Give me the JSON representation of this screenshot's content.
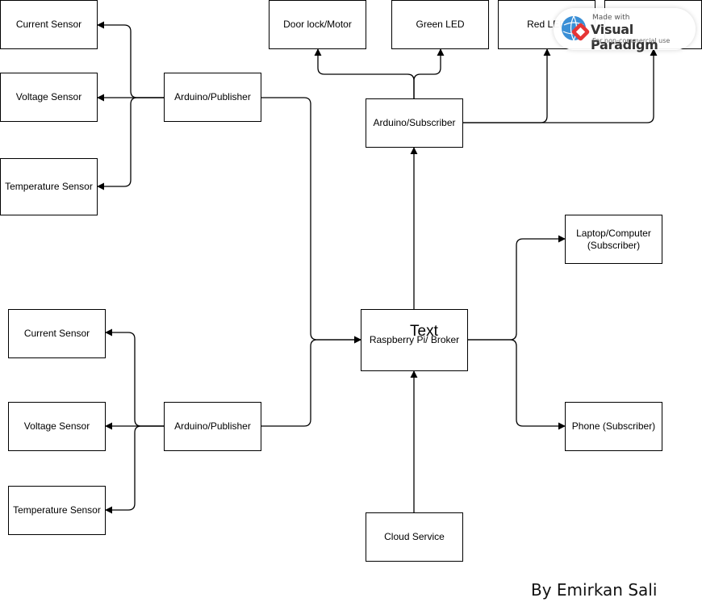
{
  "diagram": {
    "nodes": {
      "current_sensor_1": "Current Sensor",
      "voltage_sensor_1": "Voltage Sensor",
      "temperature_sensor_1": "Temperature Sensor",
      "arduino_publisher_1": "Arduino/Publisher",
      "current_sensor_2": "Current Sensor",
      "voltage_sensor_2": "Voltage Sensor",
      "temperature_sensor_2": "Temperature Sensor",
      "arduino_publisher_2": "Arduino/Publisher",
      "door_lock_motor": "Door lock/Motor",
      "green_led": "Green LED",
      "red_led": "Red LED",
      "extra_box": "",
      "arduino_subscriber": "Arduino/Subscriber",
      "broker": "Raspberry Pi/ Broker",
      "laptop_subscriber": "Laptop/Computer\n(Subscriber)",
      "phone_subscriber": "Phone (Subscriber)",
      "cloud_service": "Cloud Service"
    },
    "overlay_text": "Text",
    "credit": "By Emirkan Sali"
  },
  "watermark": {
    "made_with": "Made with",
    "brand": "Visual Paradigm",
    "note": "For non-commercial use",
    "brand_color": "#e63535"
  }
}
